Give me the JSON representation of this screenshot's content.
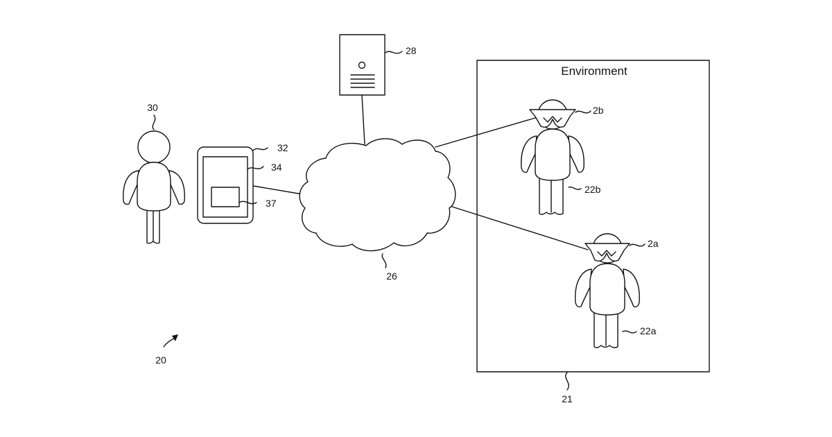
{
  "environment": {
    "title": "Environment",
    "ref": "21"
  },
  "labels": {
    "system": "20",
    "user": "30",
    "device": "32",
    "display": "34",
    "display_region": "37",
    "network": "26",
    "server": "28",
    "user_b": "22b",
    "headset_b": "2b",
    "user_a": "22a",
    "headset_a": "2a"
  },
  "colors": {
    "line": "#111111",
    "background": "#ffffff"
  }
}
